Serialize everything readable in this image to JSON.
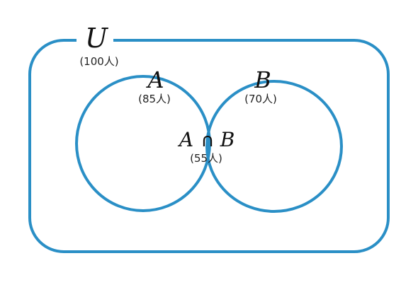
{
  "colors": {
    "outline": "#2a8fc6",
    "intersection_fill": "#33b5a6",
    "text": "#111111",
    "background": "#ffffff"
  },
  "universe": {
    "letter": "U",
    "count_label": "(100人)"
  },
  "set_a": {
    "letter": "A",
    "count_label": "(85人)"
  },
  "set_b": {
    "letter": "B",
    "count_label": "(70人)"
  },
  "intersection": {
    "letter_a": "A",
    "symbol": "∩",
    "letter_b": "B",
    "count_label": "(55人)"
  }
}
